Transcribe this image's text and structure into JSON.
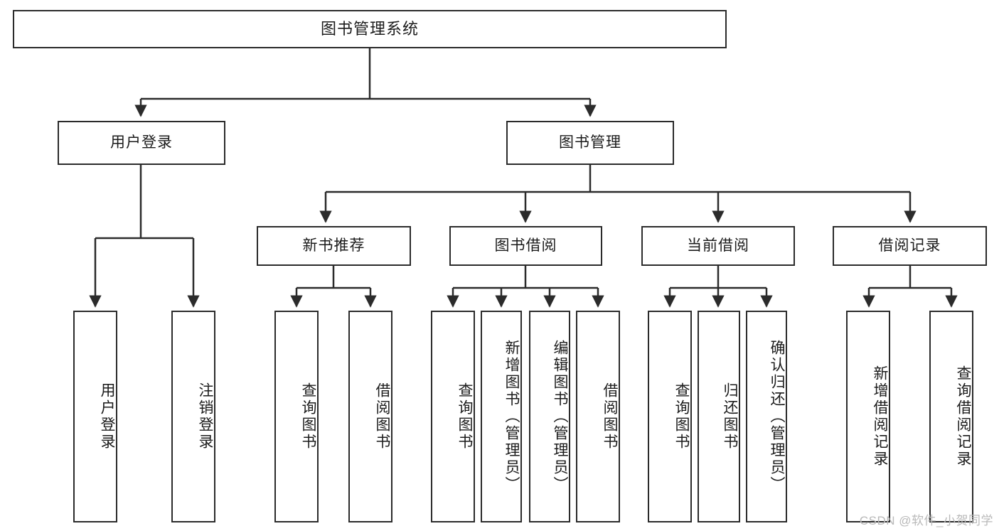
{
  "diagram": {
    "title": "图书管理系统",
    "type": "tree-hierarchy",
    "watermark": "CSDN @软件_小贺同学",
    "colors": {
      "stroke": "#2b2b2b",
      "fill": "#ffffff",
      "text": "#1b1b1b",
      "watermark": "#b9b9b9"
    },
    "nodes": {
      "root": {
        "label": "图书管理系统"
      },
      "level2": [
        {
          "id": "user-login",
          "label": "用户登录"
        },
        {
          "id": "book-manage",
          "label": "图书管理"
        }
      ],
      "level3": [
        {
          "id": "new-book-recommend",
          "label": "新书推荐"
        },
        {
          "id": "book-borrow",
          "label": "图书借阅"
        },
        {
          "id": "current-borrow",
          "label": "当前借阅"
        },
        {
          "id": "borrow-record",
          "label": "借阅记录"
        }
      ],
      "leaves": {
        "user-login": [
          {
            "id": "leaf-user-login",
            "label": "用户登录"
          },
          {
            "id": "leaf-logout-login",
            "label": "注销登录"
          }
        ],
        "new-book-recommend": [
          {
            "id": "leaf-query-book-1",
            "label": "查询图书"
          },
          {
            "id": "leaf-borrow-book-1",
            "label": "借阅图书"
          }
        ],
        "book-borrow": [
          {
            "id": "leaf-query-book-2",
            "label": "查询图书"
          },
          {
            "id": "leaf-add-book-admin",
            "label": "新增图书（管理员）"
          },
          {
            "id": "leaf-edit-book-admin",
            "label": "编辑图书（管理员）"
          },
          {
            "id": "leaf-borrow-book-2",
            "label": "借阅图书"
          }
        ],
        "current-borrow": [
          {
            "id": "leaf-query-book-3",
            "label": "查询图书"
          },
          {
            "id": "leaf-return-book",
            "label": "归还图书"
          },
          {
            "id": "leaf-confirm-return-admin",
            "label": "确认归还（管理员）"
          }
        ],
        "borrow-record": [
          {
            "id": "leaf-add-borrow-record",
            "label": "新增借阅记录"
          },
          {
            "id": "leaf-query-borrow-record",
            "label": "查询借阅记录"
          }
        ]
      }
    }
  }
}
